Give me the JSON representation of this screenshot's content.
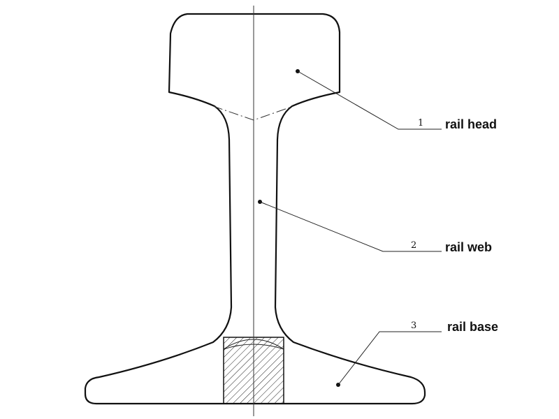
{
  "labels": [
    {
      "number": "1",
      "text": "rail head"
    },
    {
      "number": "2",
      "text": "rail web"
    },
    {
      "number": "3",
      "text": "rail base"
    }
  ],
  "colors": {
    "ink": "#111111",
    "background": "#ffffff"
  }
}
